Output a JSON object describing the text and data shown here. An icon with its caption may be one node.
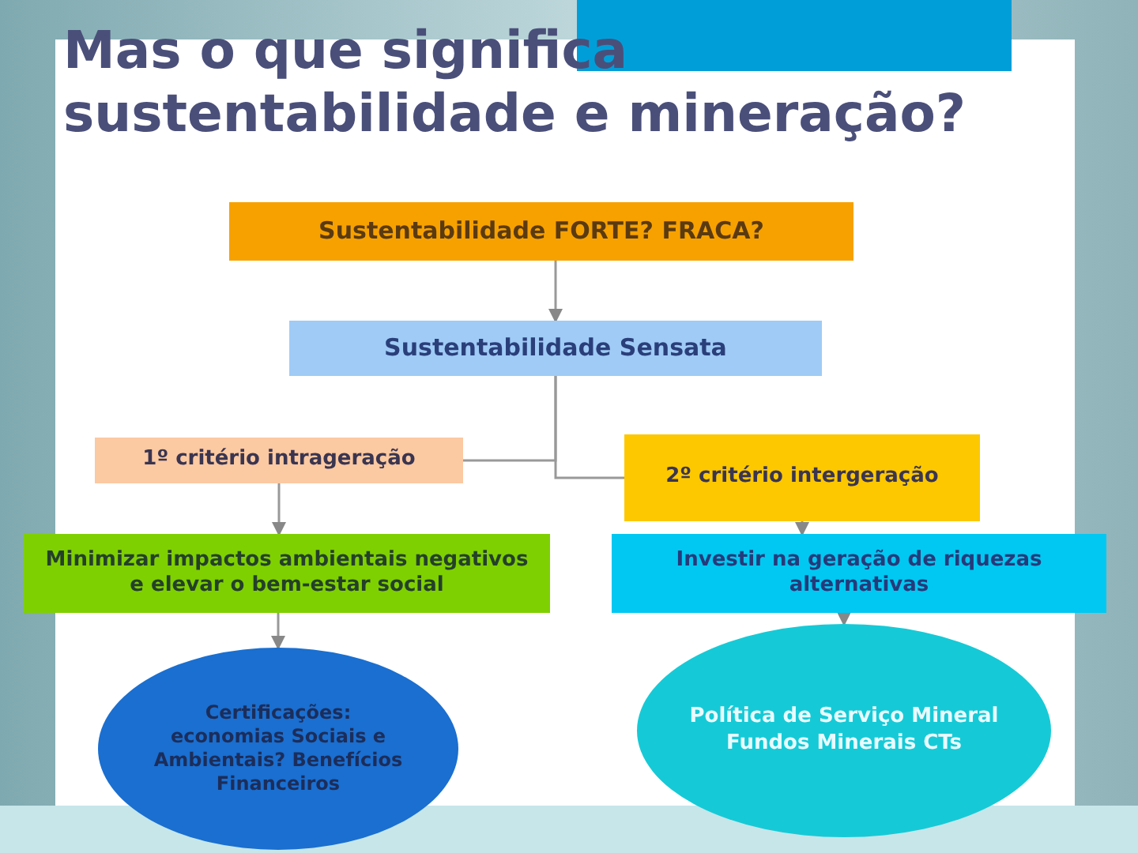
{
  "diagram": {
    "title": "Mas o que significa sustentabilidade e mineração?",
    "nodes": [
      {
        "text": [
          "Sustentabilidade FORTE? FRACA?"
        ]
      },
      {
        "text": [
          "Sustentabilidade Sensata"
        ]
      },
      {
        "text": [
          "1º critério intrageração"
        ]
      },
      {
        "text": [
          "2º critério intergeração"
        ]
      },
      {
        "text": [
          "Minimizar impactos ambientais negativos e elevar o bem-estar social"
        ]
      },
      {
        "text": [
          "Investir na geração de riquezas alternativas"
        ]
      },
      {
        "text": [
          "Certificações: economias Sociais e Ambientais? Benefícios Financeiros"
        ]
      },
      {
        "text": [
          "Política de Serviço Mineral Fundos Minerais CTs"
        ]
      }
    ],
    "edges": [
      {
        "from": 0,
        "to": 1,
        "arrow": "to"
      },
      {
        "from": 1,
        "to": 2,
        "arrow": "none"
      },
      {
        "from": 1,
        "to": 3,
        "arrow": "none"
      },
      {
        "from": 2,
        "to": 4,
        "arrow": "to"
      },
      {
        "from": 3,
        "to": 5,
        "arrow": "to"
      },
      {
        "from": 4,
        "to": 6,
        "arrow": "to"
      },
      {
        "from": 5,
        "to": 7,
        "arrow": "to"
      }
    ]
  }
}
